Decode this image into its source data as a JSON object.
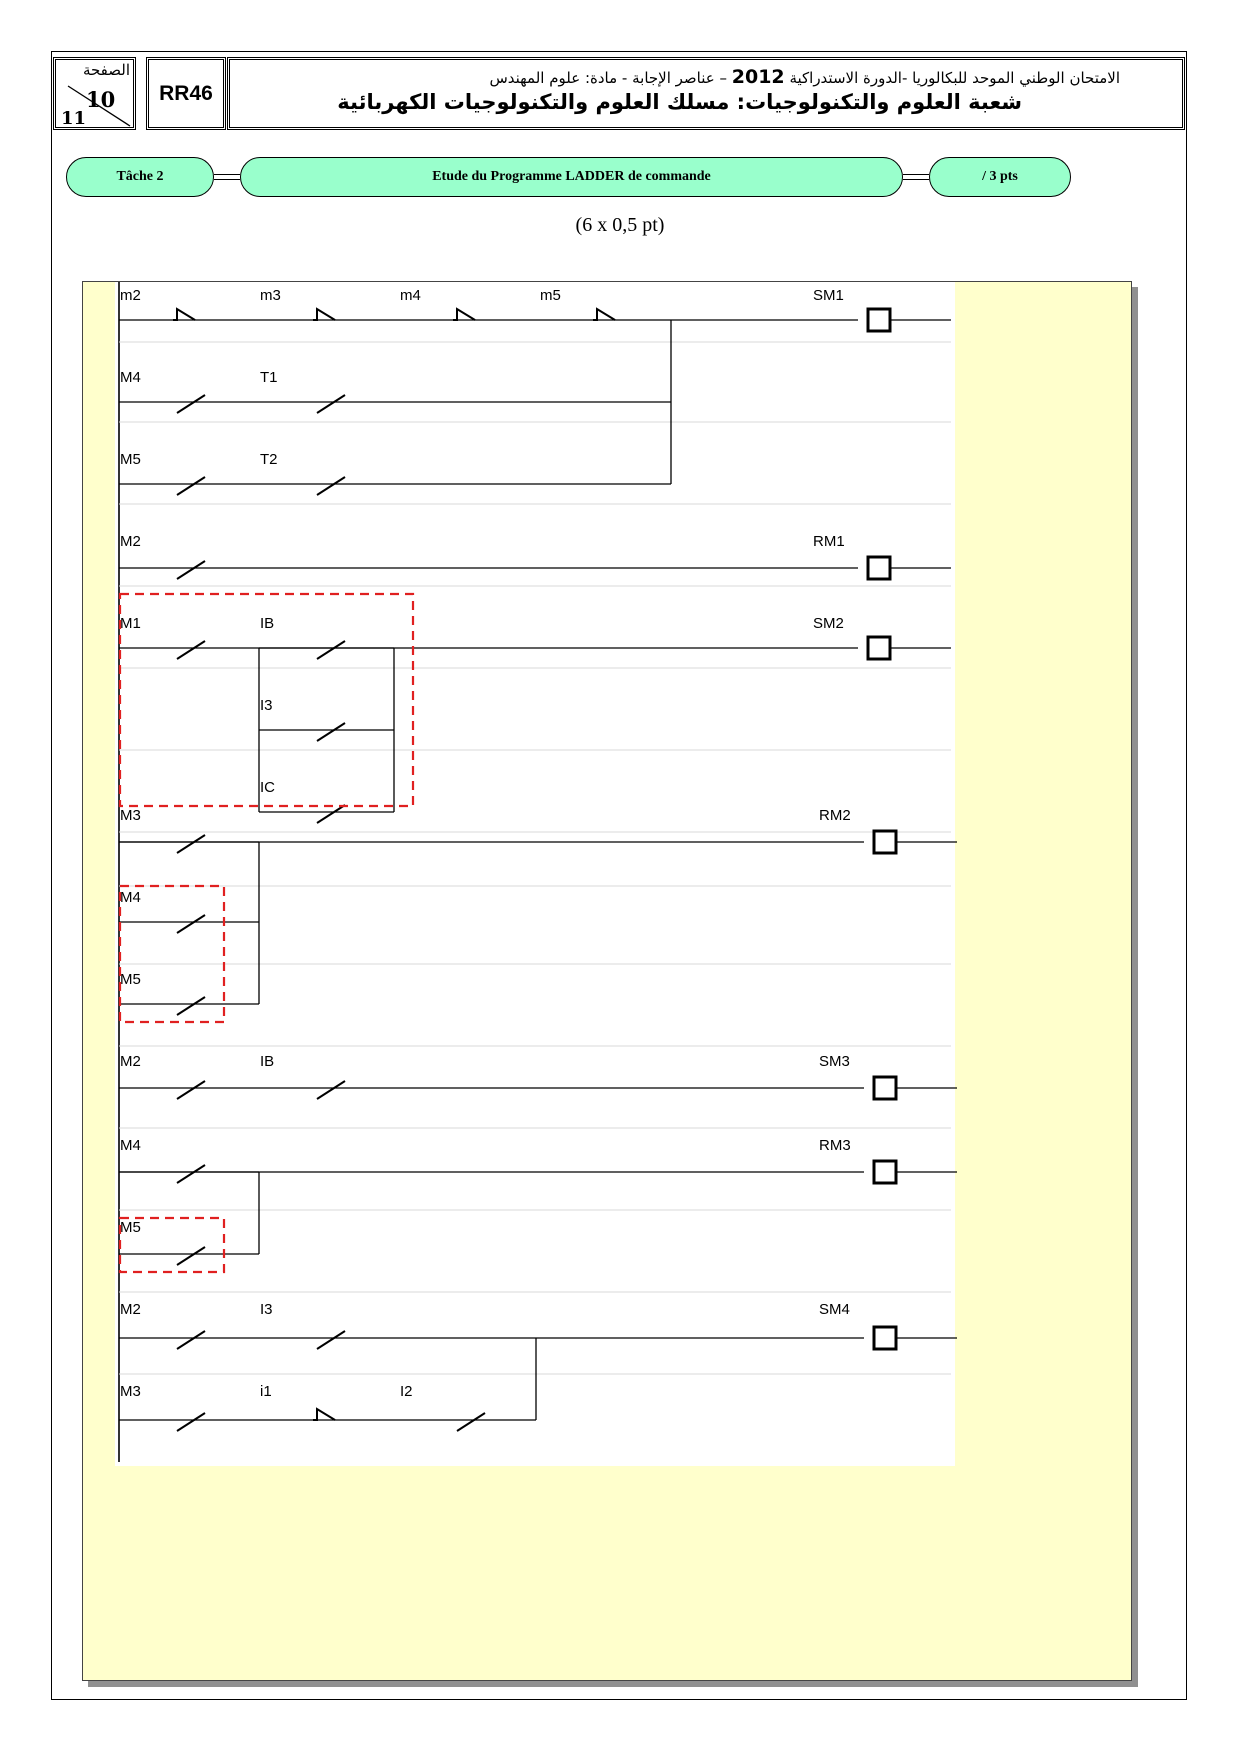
{
  "header": {
    "page_label": "الصفحة",
    "page_current": "10",
    "page_total": "11",
    "code": "RR46",
    "line1_before_year": "الامتحان الوطني الموحد للبكالوريا -الدورة الاستدراكية",
    "year": "2012",
    "line1_after_year": "– عناصر الإجابة - مادة: علوم المهندس",
    "line2": "شعبة العلوم والتكنولوجيات: مسلك العلوم والتكنولوجيات الكهربائية"
  },
  "task": {
    "label": "Tâche 2",
    "title": "Etude du Programme LADDER de commande",
    "score": "/ 3 pts"
  },
  "points_note": "(6 x 0,5 pt)",
  "ladder": {
    "rungs": [
      {
        "coil": "SM1",
        "branches": [
          [
            {
              "label": "m2",
              "type": "NC"
            },
            {
              "label": "m3",
              "type": "NC"
            },
            {
              "label": "m4",
              "type": "NC"
            },
            {
              "label": "m5",
              "type": "NC"
            }
          ],
          [
            {
              "label": "M4",
              "type": "NO"
            },
            {
              "label": "T1",
              "type": "NO"
            }
          ],
          [
            {
              "label": "M5",
              "type": "NO"
            },
            {
              "label": "T2",
              "type": "NO"
            }
          ]
        ]
      },
      {
        "coil": "RM1",
        "branches": [
          [
            {
              "label": "M2",
              "type": "NO"
            }
          ]
        ]
      },
      {
        "coil": "SM2",
        "branches": [
          [
            {
              "label": "M1",
              "type": "NO"
            }
          ]
        ],
        "parallel_block": [
          {
            "label": "IB",
            "type": "NO"
          },
          {
            "label": "I3",
            "type": "NO"
          },
          {
            "label": "IC",
            "type": "NO"
          }
        ]
      },
      {
        "coil": "RM2",
        "branches": [
          [
            {
              "label": "M3",
              "type": "NO"
            }
          ],
          [
            {
              "label": "M4",
              "type": "NO"
            }
          ],
          [
            {
              "label": "M5",
              "type": "NO"
            }
          ]
        ]
      },
      {
        "coil": "SM3",
        "branches": [
          [
            {
              "label": "M2",
              "type": "NO"
            },
            {
              "label": "IB",
              "type": "NO"
            }
          ]
        ]
      },
      {
        "coil": "RM3",
        "branches": [
          [
            {
              "label": "M4",
              "type": "NO"
            }
          ],
          [
            {
              "label": "M5",
              "type": "NO"
            }
          ]
        ]
      },
      {
        "coil": "SM4",
        "branches": [
          [
            {
              "label": "M2",
              "type": "NO"
            },
            {
              "label": "I3",
              "type": "NO"
            }
          ],
          [
            {
              "label": "M3",
              "type": "NO"
            },
            {
              "label": "i1",
              "type": "NC"
            },
            {
              "label": "I2",
              "type": "NO"
            }
          ]
        ]
      }
    ]
  },
  "colors": {
    "task_pill_fill": "#99ffcc",
    "ladder_background": "#ffffcc",
    "highlight_box": "#e02020"
  }
}
